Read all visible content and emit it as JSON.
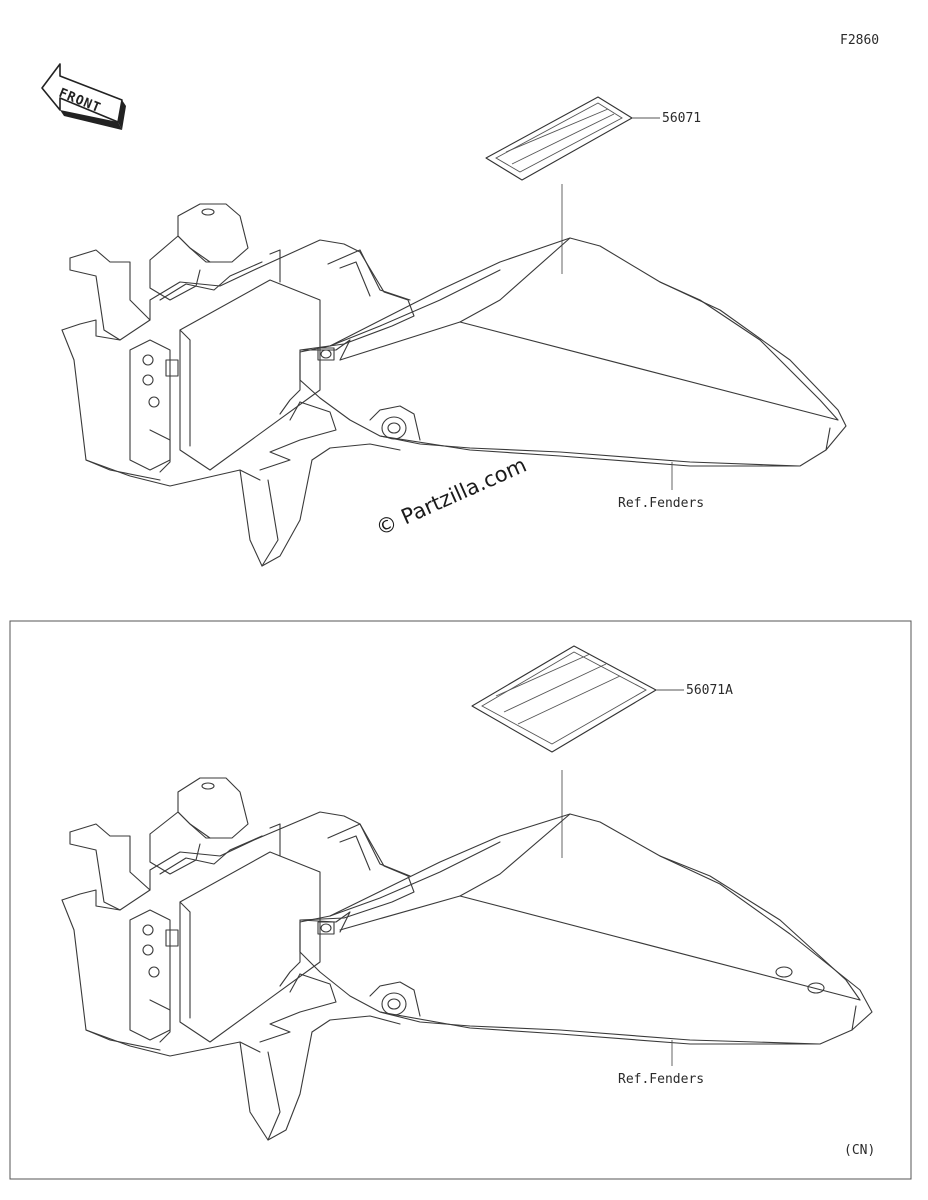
{
  "page": {
    "figure_code": "F2860",
    "watermark": "© Partzilla.com",
    "front_arrow_label": "FRONT"
  },
  "top_section": {
    "part_label": "56071",
    "ref_label": "Ref.Fenders"
  },
  "bottom_section": {
    "part_label": "56071A",
    "ref_label": "Ref.Fenders",
    "region_label": "(CN)"
  }
}
